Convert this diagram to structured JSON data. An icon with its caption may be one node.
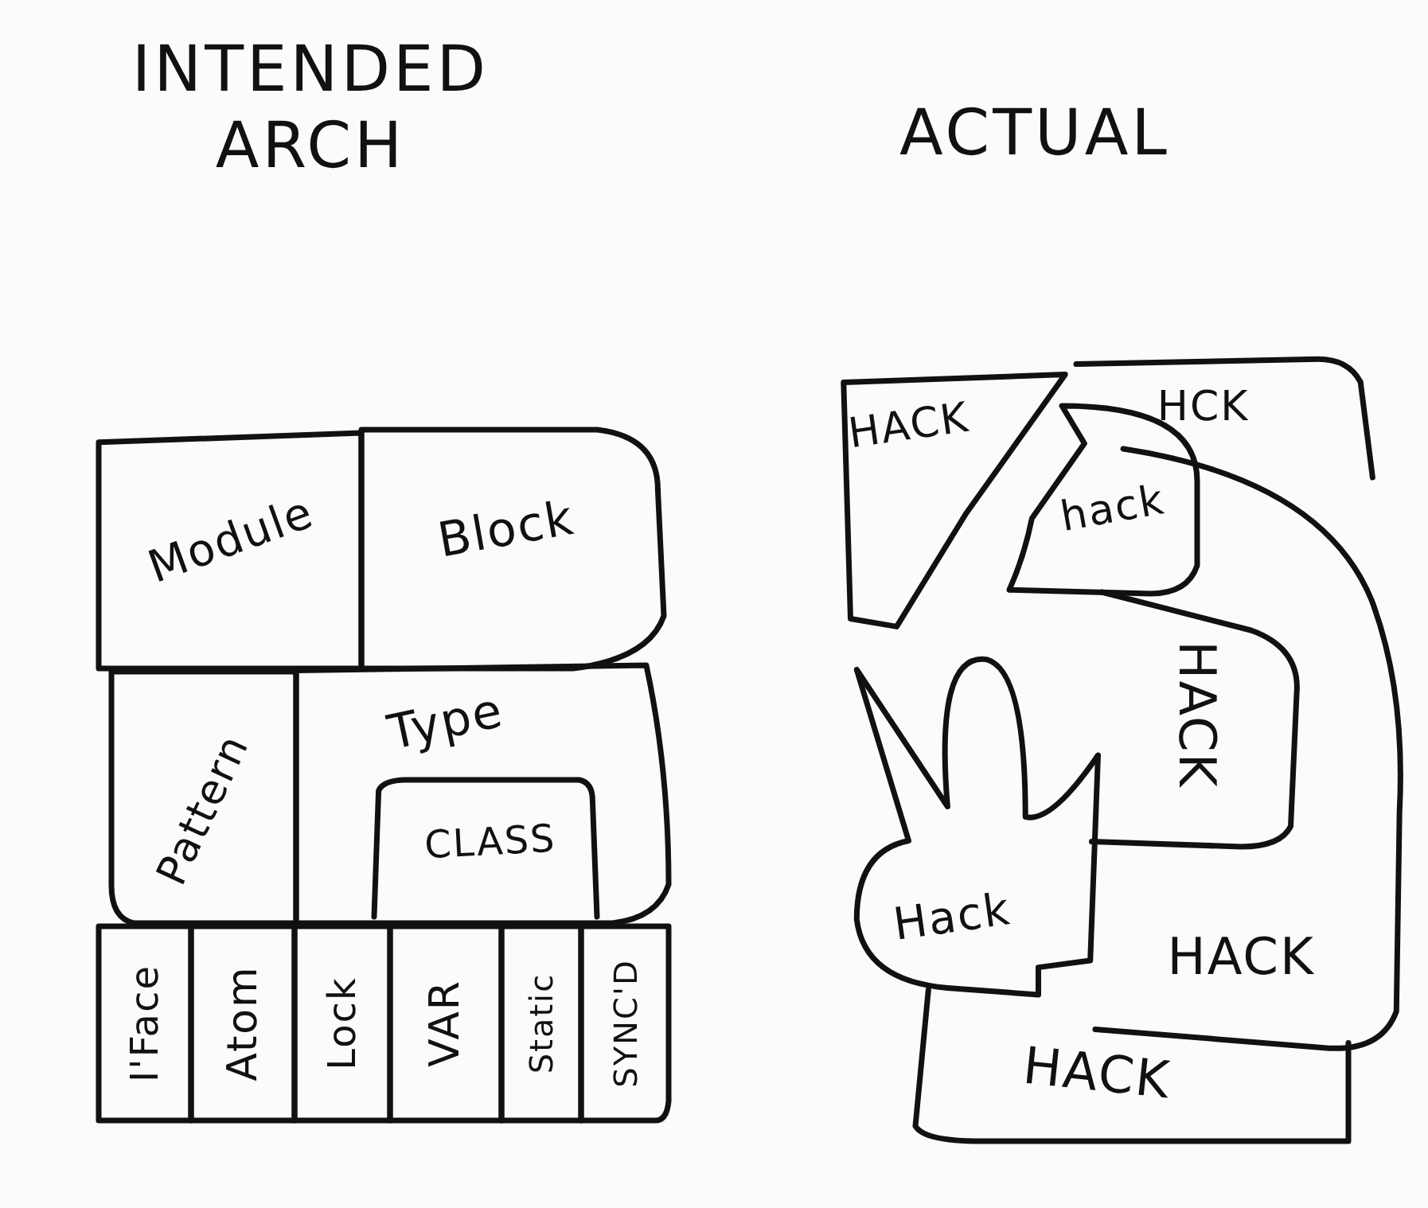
{
  "diagram": {
    "nodes": [
      {
        "text": [
          "Module"
        ]
      },
      {
        "text": [
          "Block"
        ]
      },
      {
        "text": [
          "Pattern"
        ]
      },
      {
        "text": [
          "Type"
        ]
      },
      {
        "text": [
          "CLASS"
        ],
        "in": 3
      },
      {
        "text": [
          "I'Face"
        ]
      },
      {
        "text": [
          "Atom"
        ]
      },
      {
        "text": [
          "Lock"
        ]
      },
      {
        "text": [
          "VAR"
        ]
      },
      {
        "text": [
          "Static"
        ]
      },
      {
        "text": [
          "SYNC'D"
        ]
      },
      {
        "text": [
          "HACK"
        ]
      },
      {
        "text": [
          "HCK"
        ]
      },
      {
        "text": [
          "hack"
        ]
      },
      {
        "text": [
          "HACK"
        ],
        "in": 16
      },
      {
        "text": [
          "Hack"
        ]
      },
      {
        "text": [
          "HACK"
        ]
      },
      {
        "text": [
          "HACK"
        ]
      }
    ],
    "edges": [],
    "labels": [
      "INTENDED ARCH",
      "ACTUAL"
    ]
  }
}
